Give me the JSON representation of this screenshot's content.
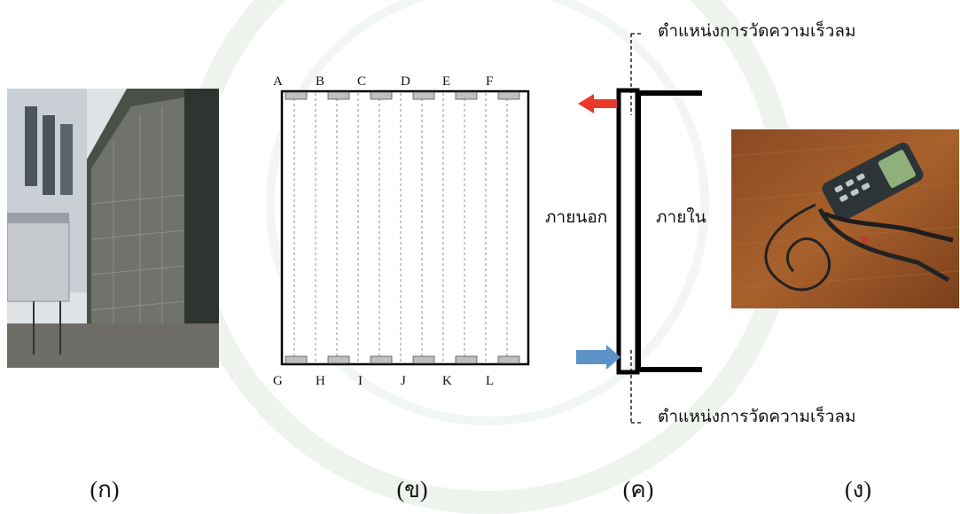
{
  "panel_b": {
    "top_labels": [
      "A",
      "B",
      "C",
      "D",
      "E",
      "F"
    ],
    "bottom_labels": [
      "G",
      "H",
      "I",
      "J",
      "K",
      "L"
    ]
  },
  "panel_c": {
    "top_annotation": "ตำแหน่งการวัดความเร็วลม",
    "bottom_annotation": "ตำแหน่งการวัดความเร็วลม",
    "outside_label": "ภายนอก",
    "inside_label": "ภายใน",
    "arrow_out_color": "#e8392a",
    "arrow_in_color": "#5b93c9"
  },
  "captions": {
    "a": "(ก)",
    "b": "(ข)",
    "c": "(ค)",
    "d": "(ง)"
  }
}
